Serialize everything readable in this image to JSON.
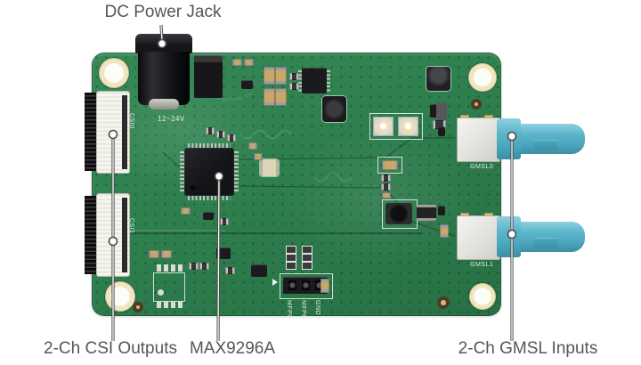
{
  "annotations": {
    "dc_power_jack": "DC Power Jack",
    "csi_outputs": "2-Ch CSI Outputs",
    "chip": "MAX9296A",
    "gmsl_inputs": "2-Ch GMSL Inputs"
  },
  "silkscreen": {
    "voltage": "12~24V",
    "csi0": "CSI0",
    "csi1": "CSI1",
    "gmsl0": "GMSL0",
    "gmsl1": "GMSL1",
    "header_pins": [
      "MFP0",
      "MFP6",
      "GND"
    ]
  },
  "colors": {
    "board_green": "#2e7f4e",
    "fakra_teal": "#56b3c9",
    "pad_gold": "#ecdfae",
    "annotation_text": "#565656"
  }
}
